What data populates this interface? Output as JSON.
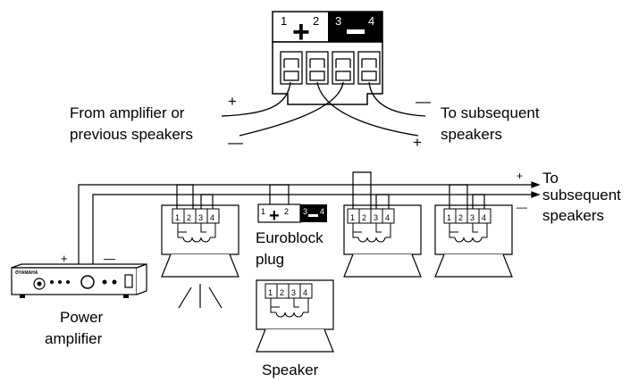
{
  "top": {
    "terminal_plus": {
      "left_num": "1",
      "sign": "+",
      "right_num": "2"
    },
    "terminal_minus": {
      "left_num": "3",
      "sign": "—",
      "right_num": "4"
    },
    "from_label": [
      "From amplifier or",
      "previous speakers"
    ],
    "to_label": [
      "To subsequent",
      "speakers"
    ],
    "sign_plus": "+",
    "sign_minus": "—"
  },
  "bottom": {
    "to_label": [
      "To",
      "subsequent",
      "speakers"
    ],
    "euroblock_label": [
      "Euroblock",
      "plug"
    ],
    "euroblock": {
      "n1": "1",
      "plus": "+",
      "n2": "2",
      "n3": "3",
      "minus": "—",
      "n4": "4"
    },
    "amp_label": [
      "Power",
      "amplifier"
    ],
    "amp_brand": "ΘYAMAHA",
    "speaker_label": "Speaker",
    "speaker_pins": [
      "1",
      "2",
      "3",
      "4"
    ],
    "sign_plus": "+",
    "sign_minus": "—"
  }
}
